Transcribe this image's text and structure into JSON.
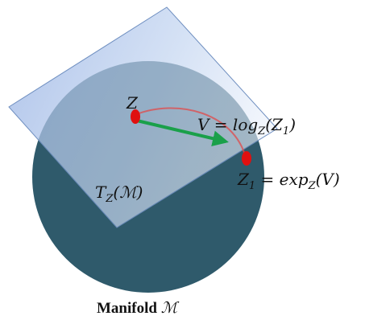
{
  "diagram": {
    "point_z_label": "Z",
    "vector_label": "V = log",
    "vector_label_sub": "Z",
    "vector_label_arg": "(Z",
    "vector_label_arg_sub": "1",
    "vector_label_end": ")",
    "point_z1_label": "Z",
    "point_z1_label_sub": "1",
    "point_z1_eq": " = exp",
    "point_z1_eq_sub": "Z",
    "point_z1_eq_end": "(V)",
    "tangent_label": "T",
    "tangent_label_sub": "Z",
    "tangent_label_end": "(ℳ)",
    "caption_word": "Manifold ",
    "caption_symbol": "ℳ"
  },
  "colors": {
    "manifold": "#2f5a6b",
    "tangent_plane": "#c6d6f2",
    "tangent_edge": "#6f8fc0",
    "point": "#e01010",
    "vector": "#1aa04a",
    "geodesic": "#e24a4a"
  }
}
